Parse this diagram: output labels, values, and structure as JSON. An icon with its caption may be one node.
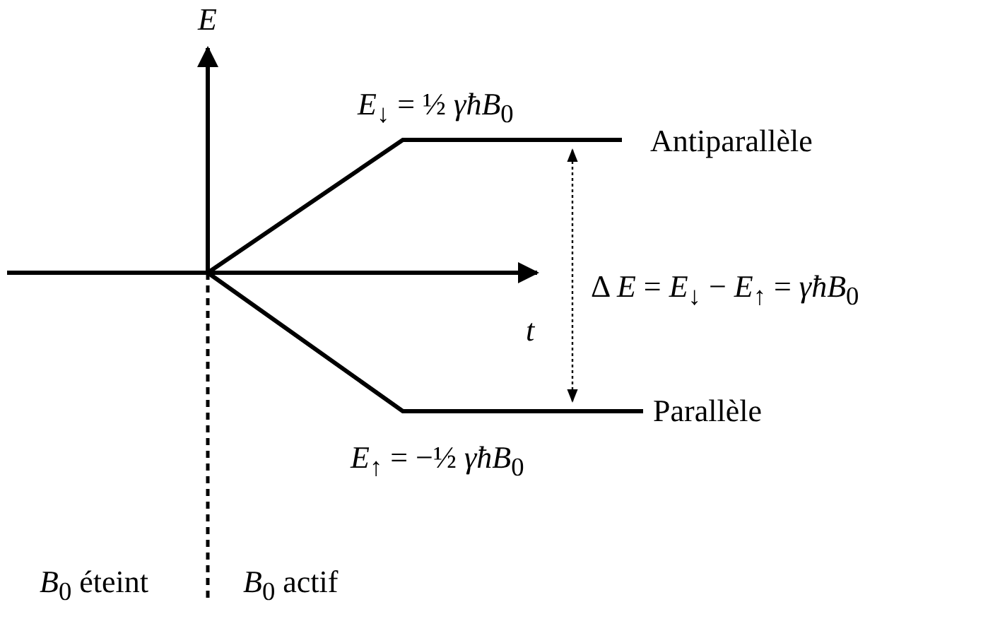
{
  "diagram": {
    "labels": [
      "*E*",
      "*E*$_{↓}$ = ½ *γħB*$_{0}$",
      "Antiparallèle",
      "Δ *E* = *E*$_{↓}$ − *E*$_{↑}$ = *γħB*$_{0}$",
      "*t*",
      "Parallèle",
      "*E*$_{↑}$ = −½ *γħB*$_{0}$",
      "*B*$_{0}$ éteint",
      "*B*$_{0}$ actif"
    ]
  }
}
